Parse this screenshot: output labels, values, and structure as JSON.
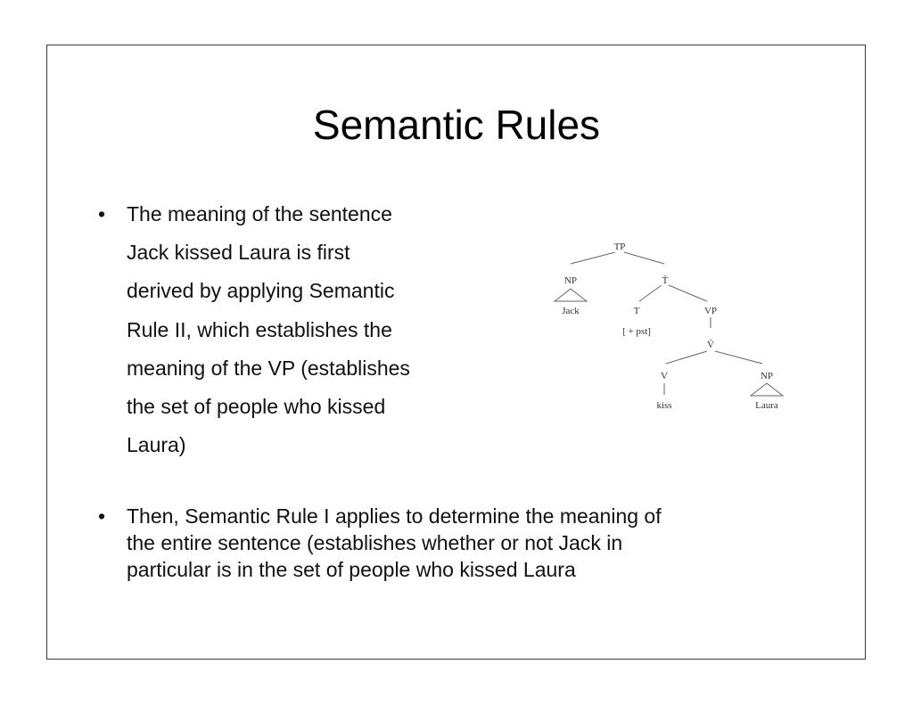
{
  "slide": {
    "title": "Semantic Rules",
    "bullets": [
      {
        "lines": [
          "The meaning of the sentence",
          "Jack kissed Laura is first",
          "derived by applying Semantic",
          "Rule II, which establishes the",
          "meaning of the VP (establishes",
          "the set of people who kissed",
          "Laura)"
        ]
      },
      {
        "lines": [
          "Then, Semantic Rule I applies to determine the meaning of",
          "the entire sentence (establishes whether or not Jack in",
          "particular is in the set of people who kissed Laura"
        ]
      }
    ],
    "bullet_glyph": "•"
  },
  "tree": {
    "nodes": {
      "tp": "TP",
      "tbar": "T̄",
      "np_subject": "NP",
      "jack": "Jack",
      "t": "T",
      "pst": "[ + pst]",
      "vp": "VP",
      "vbar": "V̄",
      "v": "V",
      "kiss": "kiss",
      "np_object": "NP",
      "laura": "Laura"
    }
  }
}
